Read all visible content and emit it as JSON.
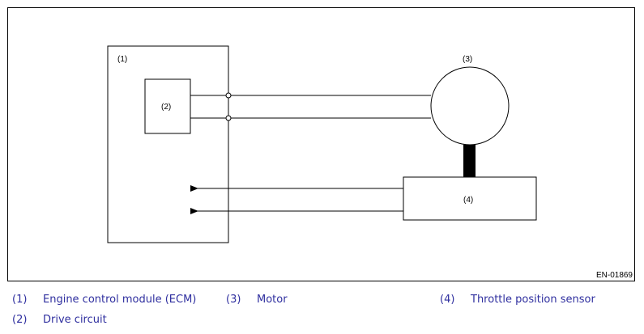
{
  "diagram": {
    "figure_id": "EN-01869",
    "components": {
      "ecm": {
        "label": "(1)"
      },
      "drive_circuit": {
        "label": "(2)"
      },
      "motor": {
        "label": "(3)"
      },
      "throttle_sensor": {
        "label": "(4)"
      }
    }
  },
  "legend": {
    "item1": {
      "num": "(1)",
      "text": "Engine control module (ECM)"
    },
    "item2": {
      "num": "(2)",
      "text": "Drive circuit"
    },
    "item3": {
      "num": "(3)",
      "text": "Motor"
    },
    "item4": {
      "num": "(4)",
      "text": "Throttle position sensor"
    }
  },
  "colors": {
    "legend_text": "#2f2f9f",
    "lines": "#000000"
  }
}
